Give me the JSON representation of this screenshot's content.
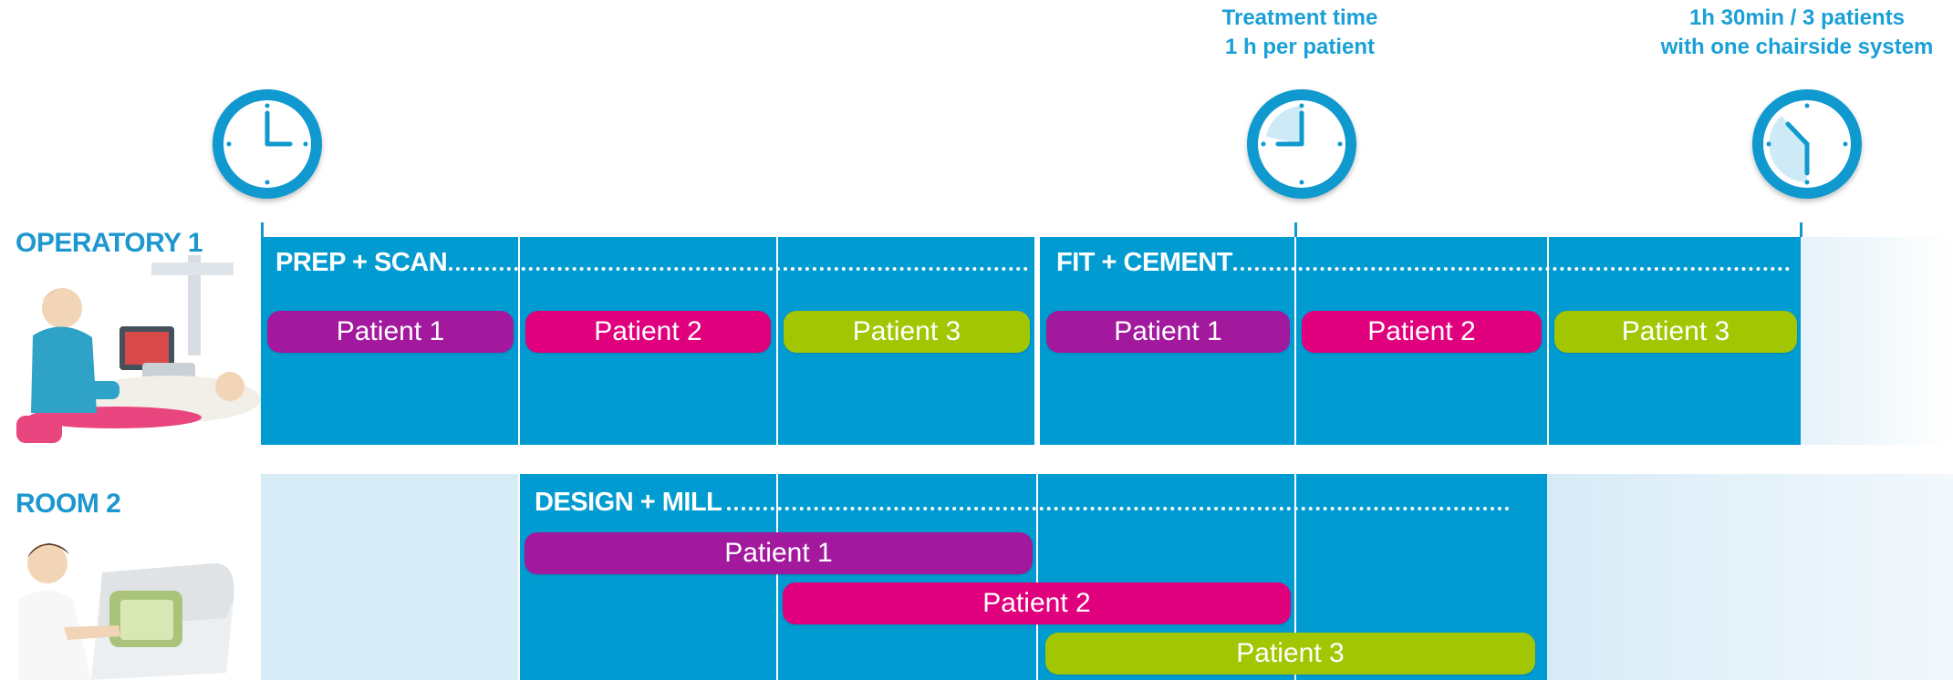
{
  "header": {
    "treatment_time_line1": "Treatment time",
    "treatment_time_line2": "1 h per patient",
    "total_line1": "1h 30min / 3 patients",
    "total_line2": "with one chairside system"
  },
  "rows": {
    "operatory": {
      "label": "OPERATORY 1"
    },
    "room": {
      "label": "ROOM 2"
    }
  },
  "phases": {
    "prep_scan": "PREP + SCAN",
    "fit_cement": "FIT + CEMENT",
    "design_mill": "DESIGN + MILL"
  },
  "patients": {
    "p1": "Patient 1",
    "p2": "Patient 2",
    "p3": "Patient 3"
  },
  "colors": {
    "band_blue": "#009bd1",
    "patient1_purple": "#a2199e",
    "patient2_magenta": "#e0007d",
    "patient3_green": "#a3c603",
    "label_blue": "#1d97cf"
  },
  "icons": {
    "clock": "clock-icon",
    "dentist_photo": "dentist-photo",
    "milling_photo": "milling-unit-photo"
  }
}
